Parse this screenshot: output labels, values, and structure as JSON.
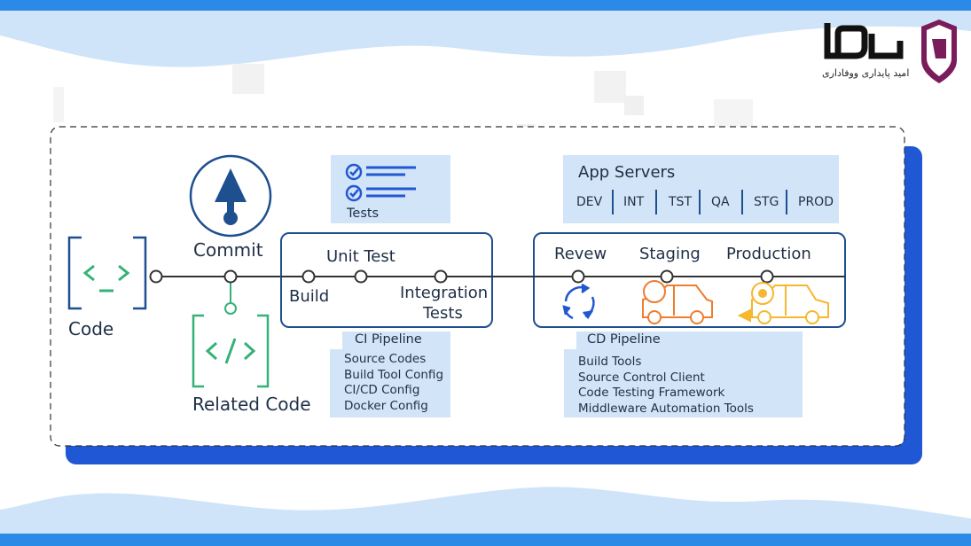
{
  "logo": {
    "wordmark": "دوا",
    "tagline": "امید پایداری ووفاداری"
  },
  "nodes": {
    "code": "Code",
    "commit": "Commit",
    "related_code": "Related Code"
  },
  "ci": {
    "tests_label": "Tests",
    "unit_test": "Unit Test",
    "build": "Build",
    "integration_line1": "Integration",
    "integration_line2": "Tests",
    "pipeline_label": "CI Pipeline",
    "items": [
      "Source Codes",
      "Build Tool Config",
      "CI/CD Config",
      "Docker Config"
    ]
  },
  "cd": {
    "app_servers_title": "App Servers",
    "environments": [
      "DEV",
      "INT",
      "TST",
      "QA",
      "STG",
      "PROD"
    ],
    "stages": [
      "Revew",
      "Staging",
      "Production"
    ],
    "pipeline_label": "CD Pipeline",
    "items": [
      "Build Tools",
      "Source Control Client",
      "Code Testing Framework",
      "Middleware Automation Tools"
    ]
  },
  "colors": {
    "navy": "#1e4f8f",
    "brand_blue": "#2257d1",
    "green": "#35b277",
    "orange": "#ee7d2f",
    "yellow": "#f5b82e",
    "panel_blue": "#d2e4f8",
    "logo_purple": "#7a1c5b"
  }
}
